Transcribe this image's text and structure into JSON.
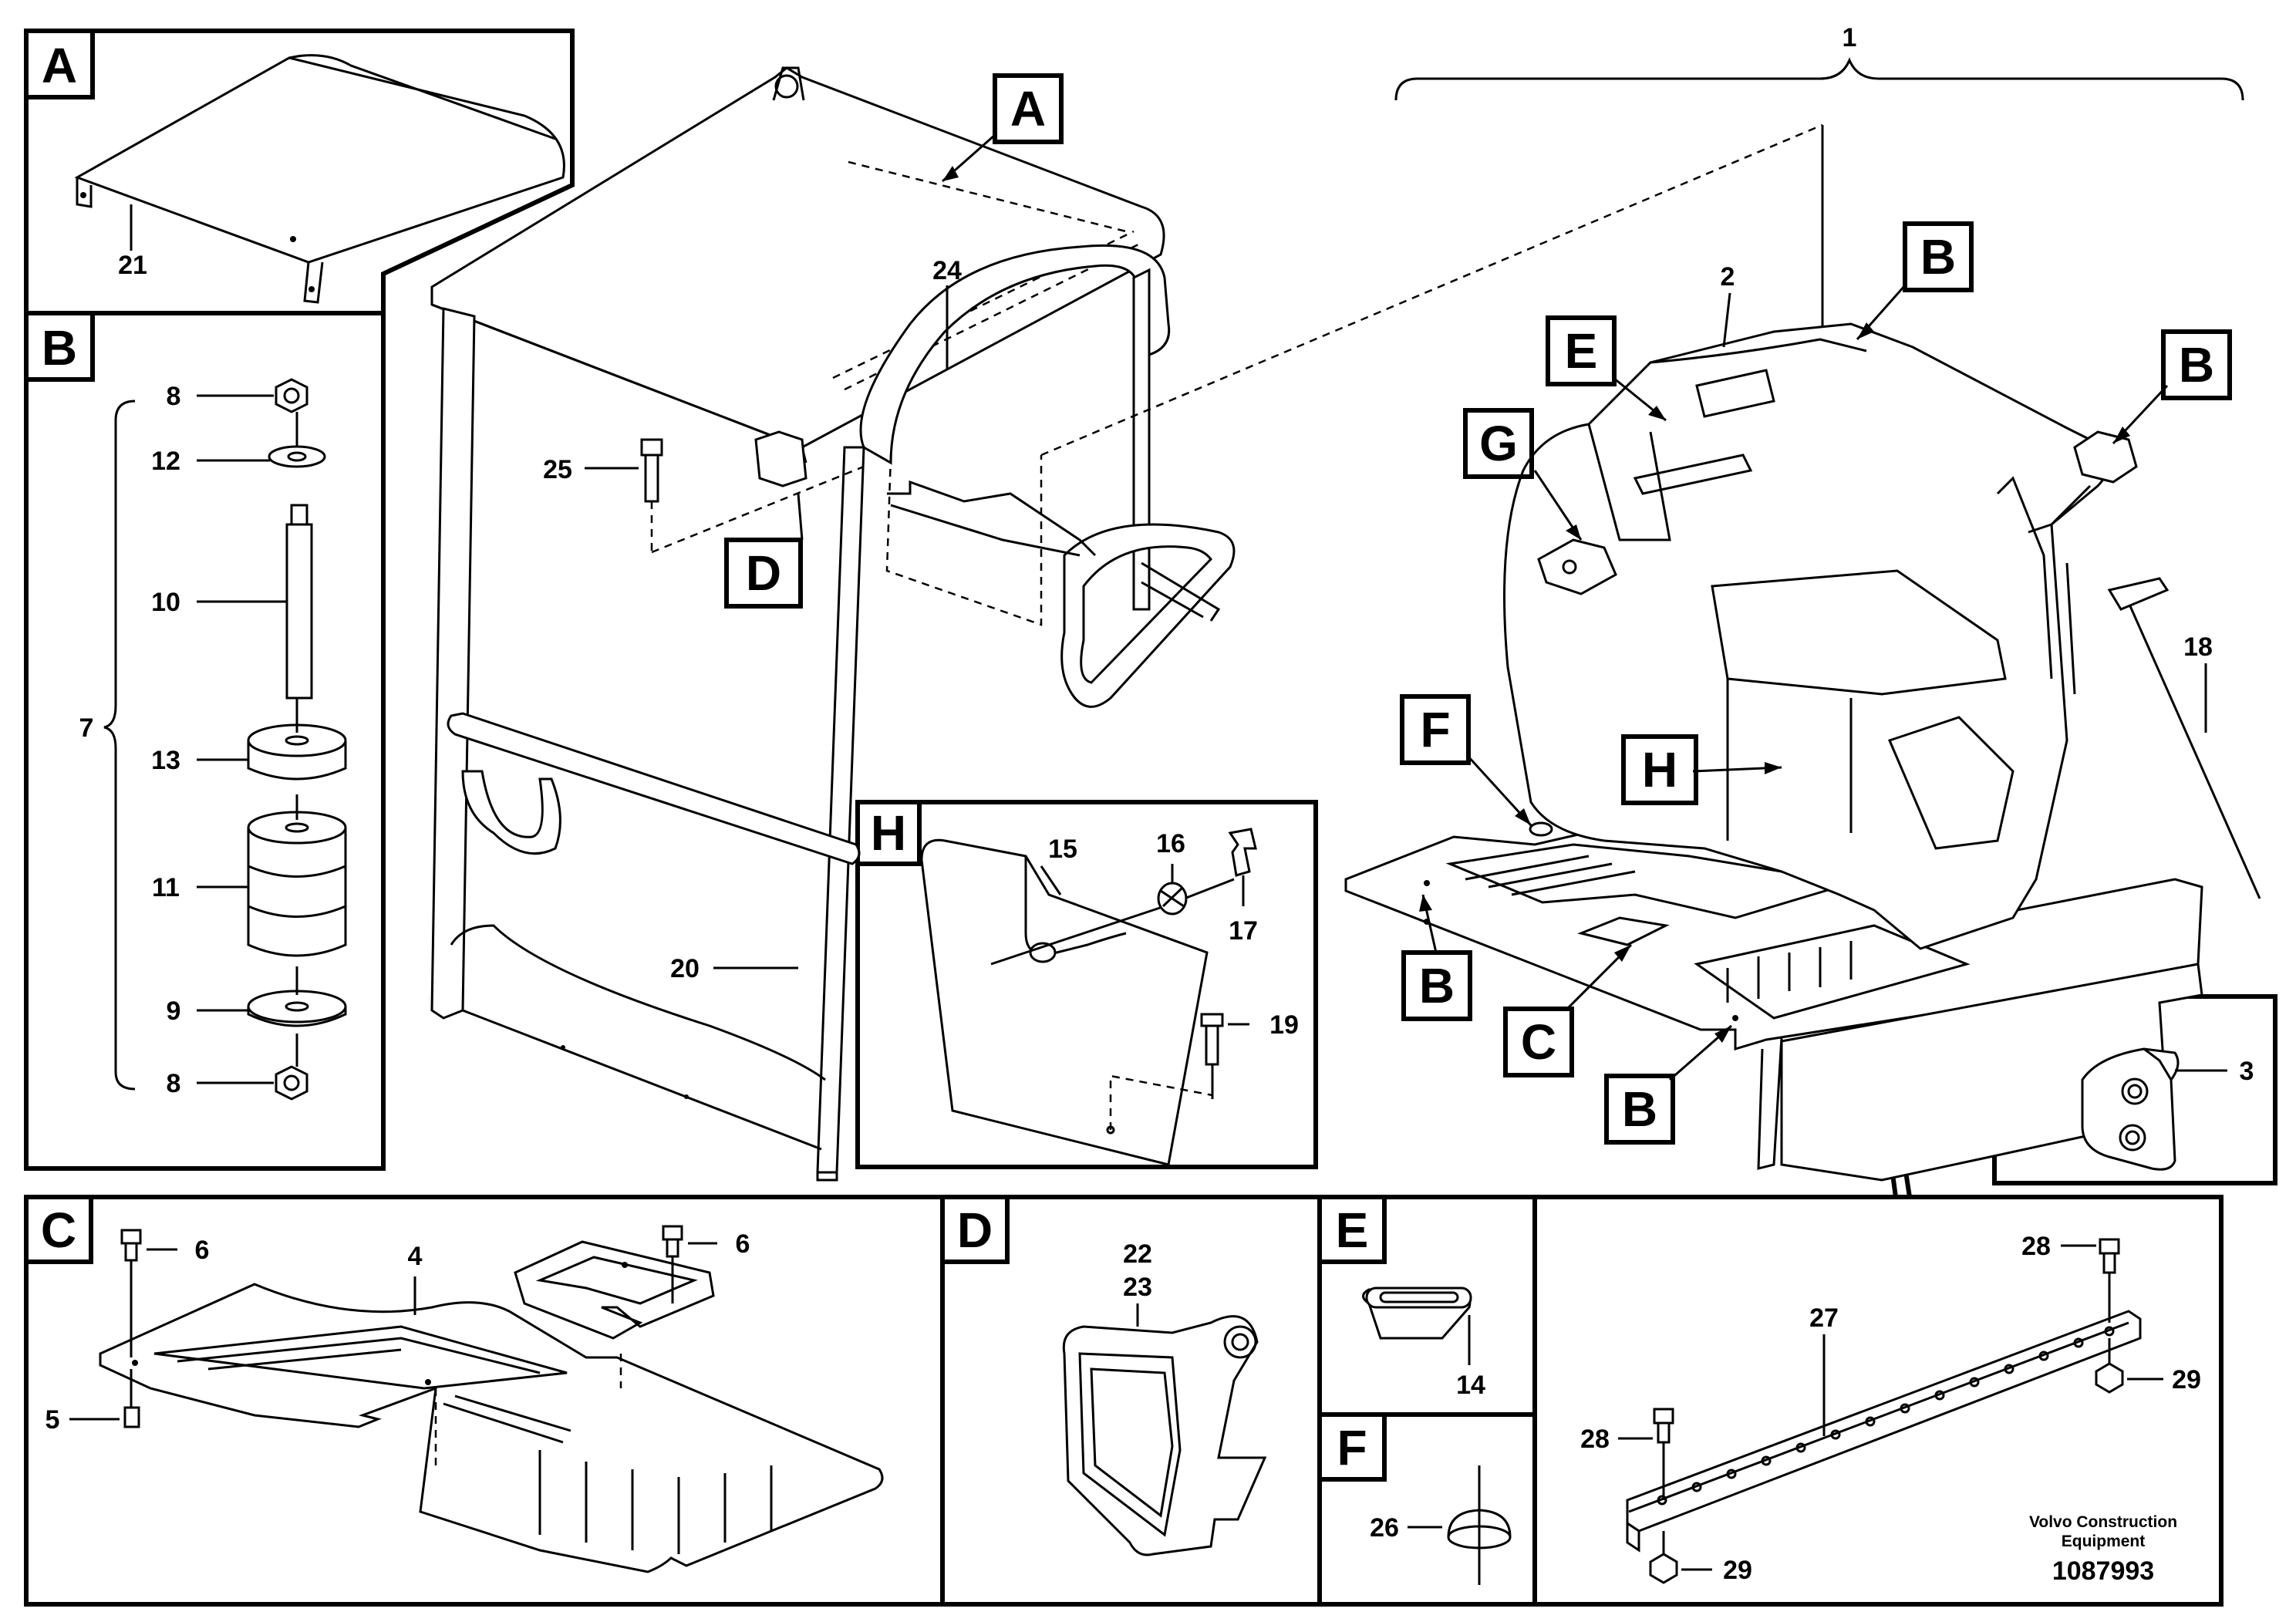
{
  "panels": {
    "A": {
      "letter": "A"
    },
    "B": {
      "letter": "B"
    },
    "C": {
      "letter": "C"
    },
    "D": {
      "letter": "D"
    },
    "E": {
      "letter": "E"
    },
    "F": {
      "letter": "F"
    },
    "G": {
      "letter": "G"
    },
    "H": {
      "letter": "H"
    }
  },
  "callouts": {
    "A": "A",
    "B": "B",
    "C": "C",
    "D": "D",
    "E": "E",
    "F": "F",
    "G": "G",
    "H": "H"
  },
  "parts": {
    "p1": "1",
    "p2": "2",
    "p3": "3",
    "p4": "4",
    "p5": "5",
    "p6": "6",
    "p7": "7",
    "p8": "8",
    "p9": "9",
    "p10": "10",
    "p11": "11",
    "p12": "12",
    "p13": "13",
    "p14": "14",
    "p15": "15",
    "p16": "16",
    "p17": "17",
    "p18": "18",
    "p19": "19",
    "p20": "20",
    "p21": "21",
    "p22": "22",
    "p23": "23",
    "p24": "24",
    "p25": "25",
    "p26": "26",
    "p27": "27",
    "p28": "28",
    "p29": "29"
  },
  "footer": {
    "brand_line1": "Volvo Construction",
    "brand_line2": "Equipment",
    "drawing_number": "1087993"
  }
}
